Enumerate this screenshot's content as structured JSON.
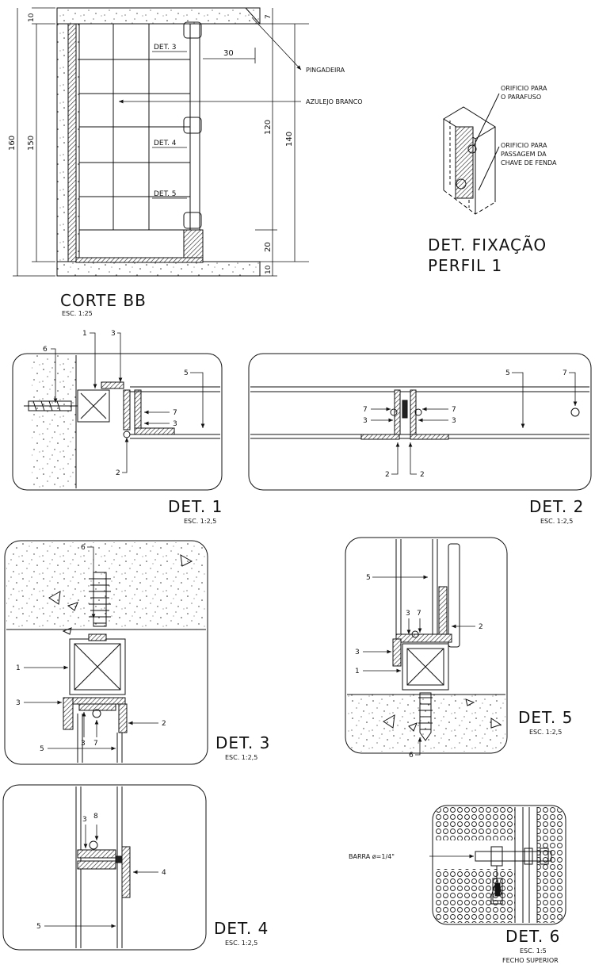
{
  "corte": {
    "title": "CORTE BB",
    "scale": "ESC. 1:25",
    "dims": {
      "d160": "160",
      "d150": "150",
      "d10_top": "10",
      "d10_bot": "10",
      "d7": "7",
      "d30": "30",
      "d120": "120",
      "d140": "140",
      "d20": "20"
    },
    "callouts": {
      "det3": "DET. 3",
      "det4": "DET. 4",
      "det5": "DET. 5",
      "pingadeira": "PINGADEIRA",
      "azulejo": "AZULEJO BRANCO"
    }
  },
  "fixacao": {
    "title1": "DET. FIXAÇÃO",
    "title2": "PERFIL 1",
    "note1a": "ORIFICIO PARA",
    "note1b": "O PARAFUSO",
    "note2a": "ORIFICIO PARA",
    "note2b": "PASSAGEM DA",
    "note2c": "CHAVE DE FENDA"
  },
  "det1": {
    "title": "DET. 1",
    "scale": "ESC. 1:2,5",
    "n1": "1",
    "n2": "2",
    "n3a": "3",
    "n3b": "3",
    "n5": "5",
    "n6": "6",
    "n7": "7"
  },
  "det2": {
    "title": "DET. 2",
    "scale": "ESC. 1:2,5",
    "n2a": "2",
    "n2b": "2",
    "n3a": "3",
    "n3b": "3",
    "n5": "5",
    "n7a": "7",
    "n7b": "7",
    "n7c": "7"
  },
  "det3": {
    "title": "DET. 3",
    "scale": "ESC. 1:2,5",
    "n1": "1",
    "n2": "2",
    "n3a": "3",
    "n3b": "3",
    "n5": "5",
    "n6": "6",
    "n7": "7"
  },
  "det4": {
    "title": "DET. 4",
    "scale": "ESC. 1:2,5",
    "n3": "3",
    "n4": "4",
    "n5": "5",
    "n8": "8"
  },
  "det5": {
    "title": "DET. 5",
    "scale": "ESC. 1:2,5",
    "n1": "1",
    "n2": "2",
    "n3a": "3",
    "n3b": "3",
    "n5": "5",
    "n6": "6",
    "n7": "7"
  },
  "det6": {
    "title": "DET. 6",
    "scale": "ESC. 1:5",
    "subtitle": "FECHO SUPERIOR",
    "barra": "BARRA ø=1/4\""
  }
}
